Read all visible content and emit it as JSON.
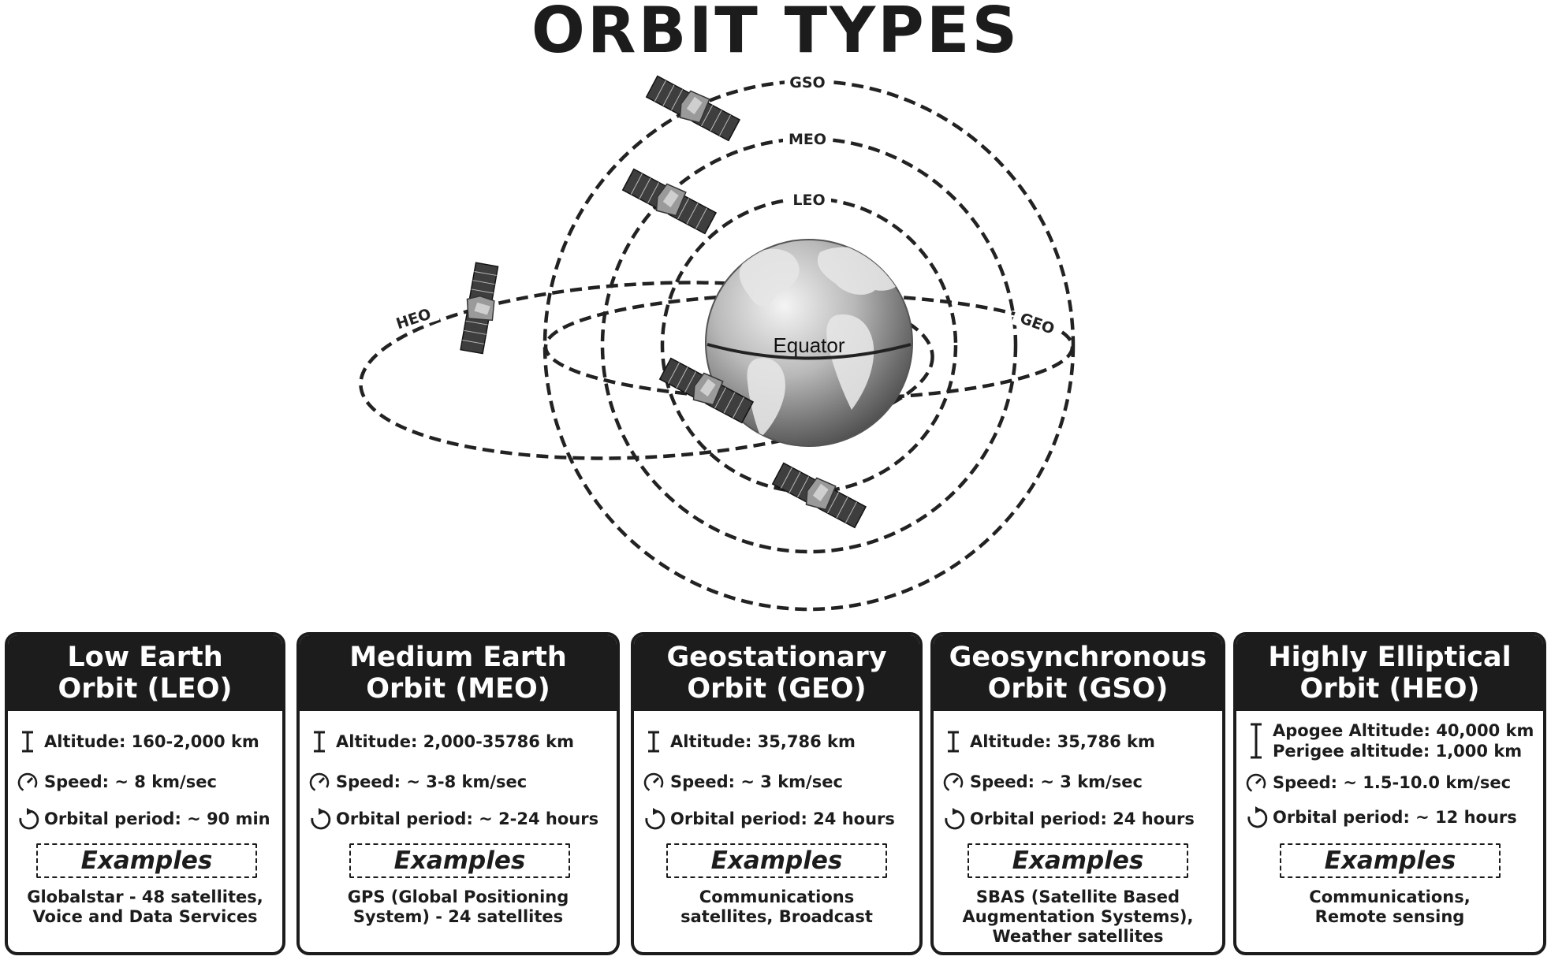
{
  "title": "ORBIT TYPES",
  "diagram": {
    "orbit_labels": {
      "gso": "GSO",
      "meo": "MEO",
      "leo": "LEO",
      "heo": "HEO",
      "geo": "GEO"
    },
    "equator_label": "Equator",
    "icons": [
      "satellite-icon",
      "globe-icon",
      "altitude-icon",
      "speedometer-icon",
      "orbit-arrow-icon"
    ]
  },
  "cards": [
    {
      "title_line1": "Low Earth",
      "title_line2": "Orbit (LEO)",
      "altitude": "Altitude: 160-2,000 km",
      "speed": "Speed: ~ 8 km/sec",
      "period": "Orbital period: ~ 90 min",
      "examples_label": "Examples",
      "examples": [
        "Globalstar - 48 satellites,",
        "Voice and Data Services"
      ]
    },
    {
      "title_line1": "Medium Earth",
      "title_line2": "Orbit (MEO)",
      "altitude": "Altitude: 2,000-35786 km",
      "speed": "Speed: ~ 3-8 km/sec",
      "period": "Orbital period: ~ 2-24 hours",
      "examples_label": "Examples",
      "examples": [
        "GPS (Global Positioning",
        "System) - 24 satellites"
      ]
    },
    {
      "title_line1": "Geostationary",
      "title_line2": "Orbit (GEO)",
      "altitude": "Altitude: 35,786 km",
      "speed": "Speed: ~ 3 km/sec",
      "period": "Orbital period: 24 hours",
      "examples_label": "Examples",
      "examples": [
        "Communications",
        "satellites, Broadcast"
      ]
    },
    {
      "title_line1": "Geosynchronous",
      "title_line2": "Orbit (GSO)",
      "altitude": "Altitude: 35,786 km",
      "speed": "Speed: ~ 3 km/sec",
      "period": "Orbital period: 24 hours",
      "examples_label": "Examples",
      "examples": [
        "SBAS (Satellite Based",
        "Augmentation Systems),",
        "Weather satellites"
      ]
    },
    {
      "title_line1": "Highly Elliptical",
      "title_line2": "Orbit (HEO)",
      "altitude": "Apogee Altitude: 40,000 km",
      "altitude2": "Perigee altitude: 1,000 km",
      "speed": "Speed: ~ 1.5-10.0 km/sec",
      "period": "Orbital period: ~ 12 hours",
      "examples_label": "Examples",
      "examples": [
        "Communications,",
        "Remote sensing"
      ]
    }
  ]
}
